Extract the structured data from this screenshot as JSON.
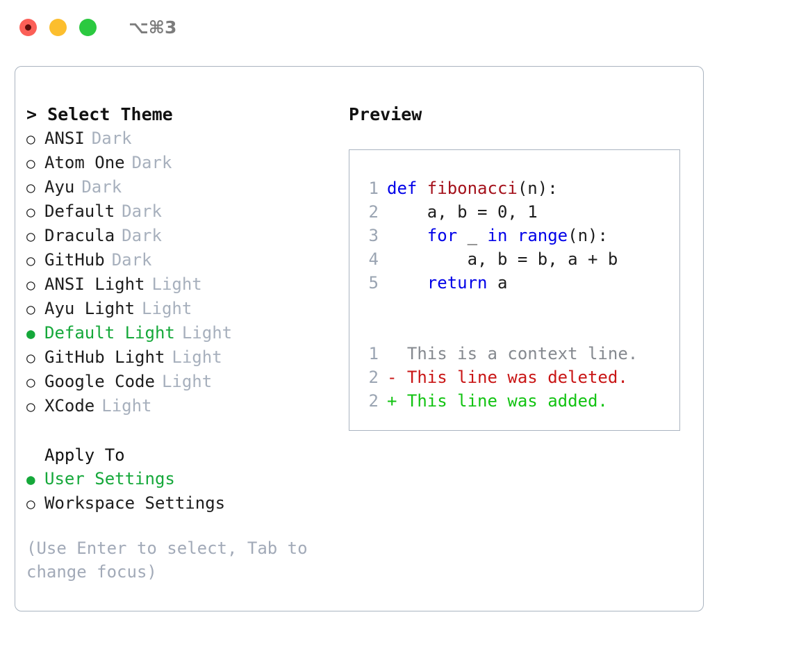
{
  "titlebar": {
    "buttons": [
      {
        "name": "close",
        "color": "#fb5f57"
      },
      {
        "name": "minimize",
        "color": "#fcbe2e"
      },
      {
        "name": "zoom",
        "color": "#2bc940"
      }
    ],
    "shortcut": "⌥⌘3"
  },
  "theme_section": {
    "heading": "> Select Theme",
    "options": [
      {
        "bullet": "○",
        "label": "ANSI",
        "tag": "Dark",
        "selected": false
      },
      {
        "bullet": "○",
        "label": "Atom One",
        "tag": "Dark",
        "selected": false
      },
      {
        "bullet": "○",
        "label": "Ayu",
        "tag": "Dark",
        "selected": false
      },
      {
        "bullet": "○",
        "label": "Default",
        "tag": "Dark",
        "selected": false
      },
      {
        "bullet": "○",
        "label": "Dracula",
        "tag": "Dark",
        "selected": false
      },
      {
        "bullet": "○",
        "label": "GitHub",
        "tag": "Dark",
        "selected": false
      },
      {
        "bullet": "○",
        "label": "ANSI Light",
        "tag": "Light",
        "selected": false
      },
      {
        "bullet": "○",
        "label": "Ayu Light",
        "tag": "Light",
        "selected": false
      },
      {
        "bullet": "●",
        "label": "Default Light",
        "tag": "Light",
        "selected": true
      },
      {
        "bullet": "○",
        "label": "GitHub Light",
        "tag": "Light",
        "selected": false
      },
      {
        "bullet": "○",
        "label": "Google Code",
        "tag": "Light",
        "selected": false
      },
      {
        "bullet": "○",
        "label": "XCode",
        "tag": "Light",
        "selected": false
      }
    ]
  },
  "apply_to_section": {
    "heading": "Apply To",
    "options": [
      {
        "bullet": "●",
        "label": "User Settings",
        "selected": true
      },
      {
        "bullet": "○",
        "label": "Workspace Settings",
        "selected": false
      }
    ]
  },
  "hint": "(Use Enter to select, Tab to change focus)",
  "preview": {
    "heading": "Preview",
    "code_lines": [
      {
        "no": "1",
        "segments": [
          {
            "t": "def ",
            "c": "kw"
          },
          {
            "t": "fibonacci",
            "c": "fn"
          },
          {
            "t": "(n):",
            "c": "plain"
          }
        ]
      },
      {
        "no": "2",
        "segments": [
          {
            "t": "    a, b = 0, 1",
            "c": "plain"
          }
        ]
      },
      {
        "no": "3",
        "segments": [
          {
            "t": "    ",
            "c": "plain"
          },
          {
            "t": "for",
            "c": "kw"
          },
          {
            "t": " _ ",
            "c": "plain"
          },
          {
            "t": "in",
            "c": "kw"
          },
          {
            "t": " ",
            "c": "plain"
          },
          {
            "t": "range",
            "c": "kw"
          },
          {
            "t": "(n):",
            "c": "plain"
          }
        ]
      },
      {
        "no": "4",
        "segments": [
          {
            "t": "        a, b = b, a + b",
            "c": "plain"
          }
        ]
      },
      {
        "no": "5",
        "segments": [
          {
            "t": "    ",
            "c": "plain"
          },
          {
            "t": "return",
            "c": "kw"
          },
          {
            "t": " a",
            "c": "plain"
          }
        ]
      }
    ],
    "diff_lines": [
      {
        "no": "1",
        "text": "  This is a context line.",
        "kind": "diff-ctx"
      },
      {
        "no": "2",
        "text": "- This line was deleted.",
        "kind": "diff-del"
      },
      {
        "no": "2",
        "text": "+ This line was added.",
        "kind": "diff-add"
      }
    ]
  }
}
